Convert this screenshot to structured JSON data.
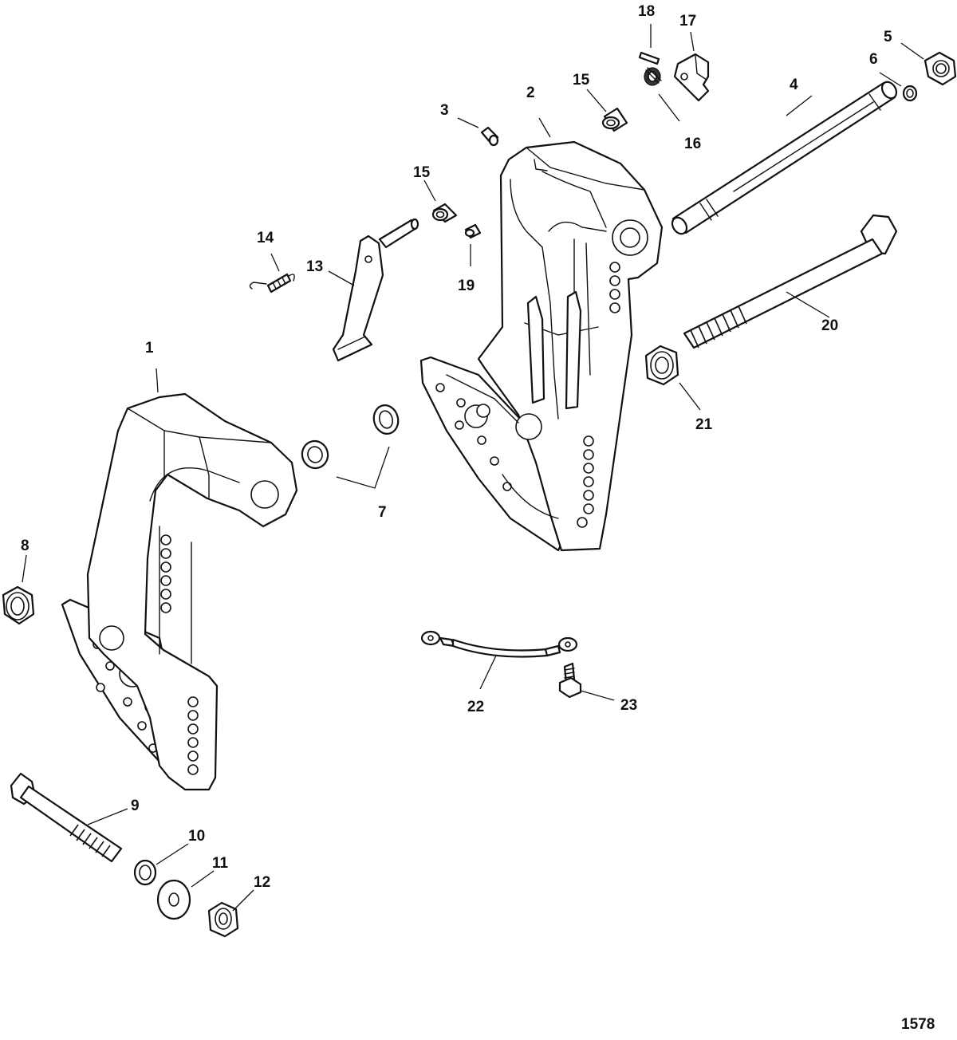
{
  "diagram": {
    "figure_number": "1578",
    "callouts": [
      {
        "id": "c1",
        "label": "1"
      },
      {
        "id": "c2",
        "label": "2"
      },
      {
        "id": "c3",
        "label": "3"
      },
      {
        "id": "c4",
        "label": "4"
      },
      {
        "id": "c5",
        "label": "5"
      },
      {
        "id": "c6",
        "label": "6"
      },
      {
        "id": "c7",
        "label": "7"
      },
      {
        "id": "c8",
        "label": "8"
      },
      {
        "id": "c9",
        "label": "9"
      },
      {
        "id": "c10",
        "label": "10"
      },
      {
        "id": "c11",
        "label": "11"
      },
      {
        "id": "c12",
        "label": "12"
      },
      {
        "id": "c13",
        "label": "13"
      },
      {
        "id": "c14",
        "label": "14"
      },
      {
        "id": "c15a",
        "label": "15"
      },
      {
        "id": "c15b",
        "label": "15"
      },
      {
        "id": "c16",
        "label": "16"
      },
      {
        "id": "c17",
        "label": "17"
      },
      {
        "id": "c18",
        "label": "18"
      },
      {
        "id": "c19",
        "label": "19"
      },
      {
        "id": "c20",
        "label": "20"
      },
      {
        "id": "c21",
        "label": "21"
      },
      {
        "id": "c22",
        "label": "22"
      },
      {
        "id": "c23",
        "label": "23"
      }
    ]
  }
}
